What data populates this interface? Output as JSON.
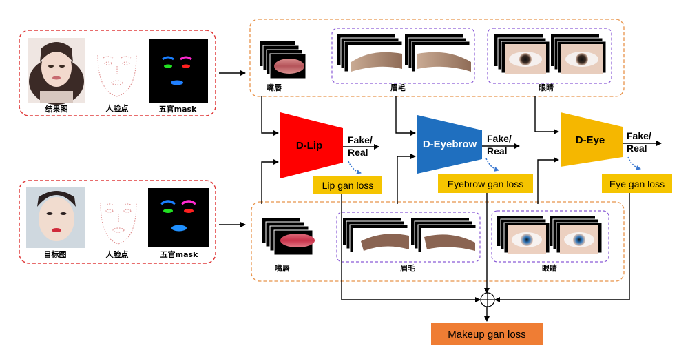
{
  "inputs": {
    "result": {
      "labels": [
        "结果图",
        "人脸点",
        "五官mask"
      ]
    },
    "target": {
      "labels": [
        "目标图",
        "人脸点",
        "五官mask"
      ]
    }
  },
  "crops": {
    "lip": "嘴唇",
    "eyebrow": "眉毛",
    "eye": "眼睛"
  },
  "discriminators": [
    {
      "id": "lip",
      "label": "D-Lip",
      "color": "#ff0000",
      "output": [
        "Fake/",
        "Real"
      ],
      "loss": "Lip gan loss"
    },
    {
      "id": "eyebrow",
      "label": "D-Eyebrow",
      "color": "#1f6fbf",
      "output": [
        "Fake/",
        "Real"
      ],
      "loss": "Eyebrow gan loss"
    },
    {
      "id": "eye",
      "label": "D-Eye",
      "color": "#f5b700",
      "output": [
        "Fake/",
        "Real"
      ],
      "loss": "Eye gan loss"
    }
  ],
  "final_loss": "Makeup gan loss",
  "colors": {
    "input_box_border": "#e03c3c",
    "crop_box_border": "#e8934a",
    "group_box_border": "#8a5bd6",
    "loss_fill": "#f5c400",
    "final_loss_fill": "#ef7d34"
  }
}
